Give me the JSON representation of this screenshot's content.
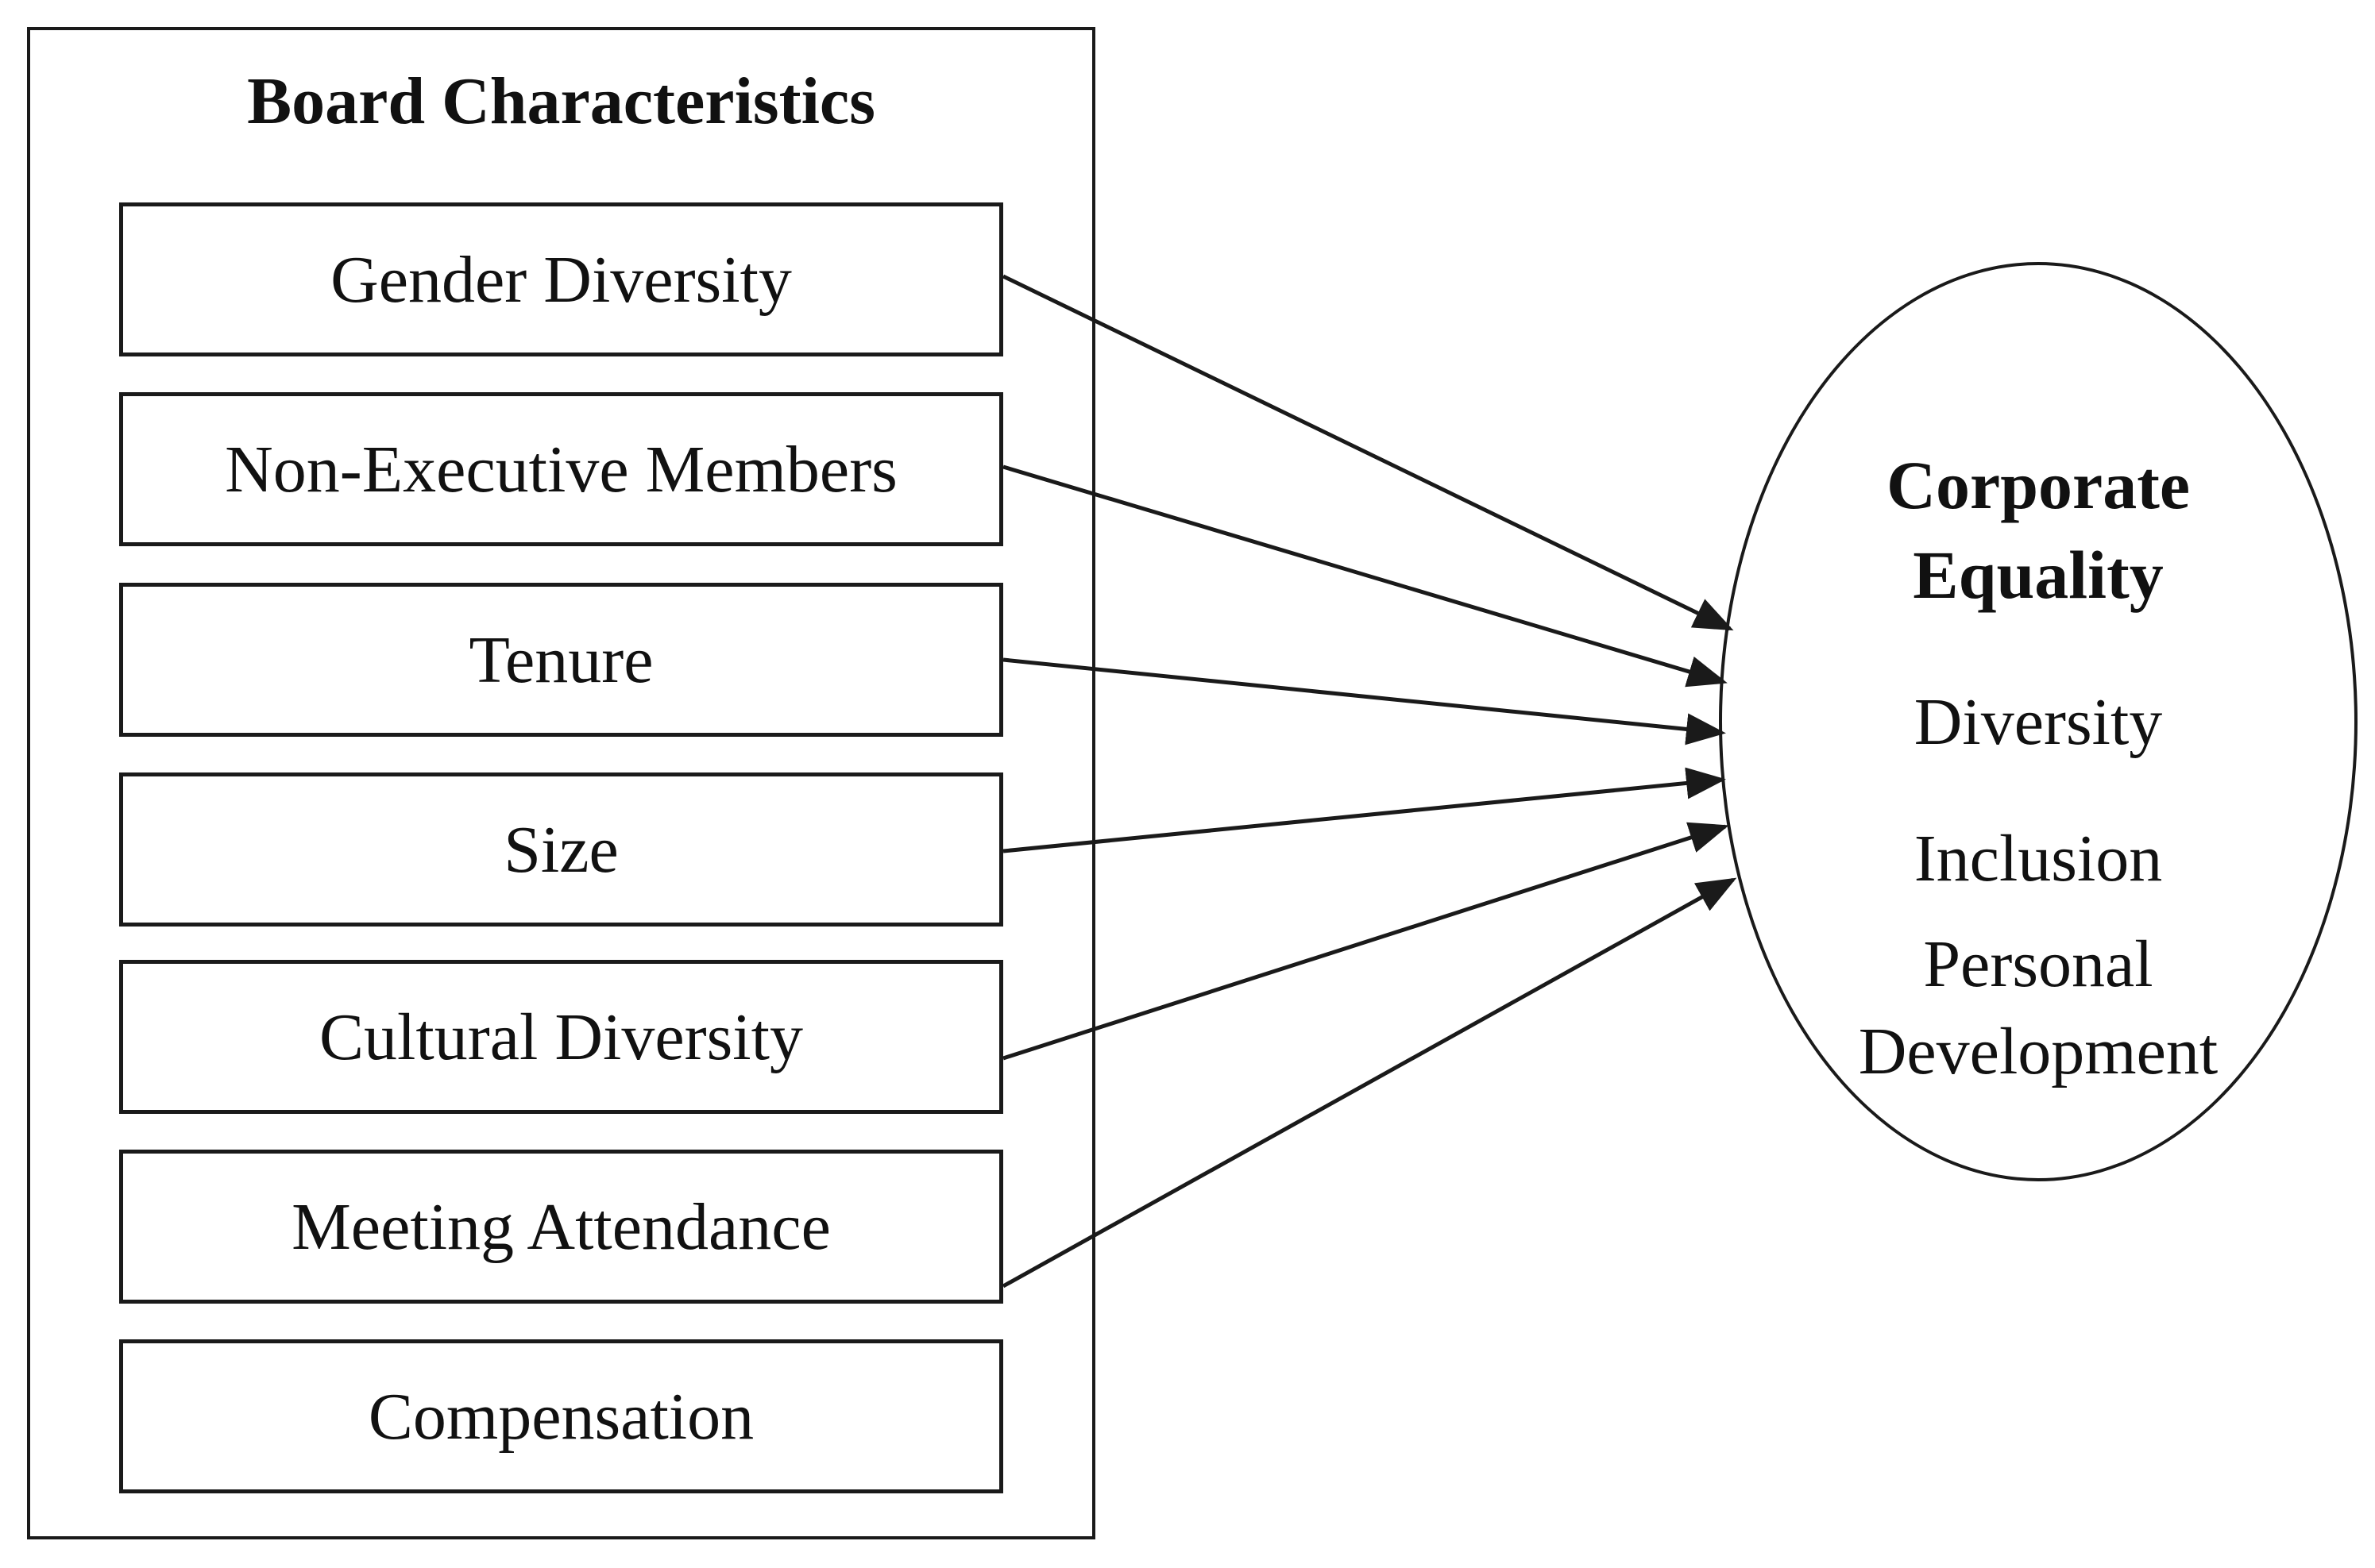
{
  "left_group": {
    "title": "Board Characteristics",
    "factors": [
      "Gender Diversity",
      "Non-Executive Members",
      "Tenure",
      "Size",
      "Cultural Diversity",
      "Meeting Attendance",
      "Compensation"
    ]
  },
  "target": {
    "title_line1": "Corporate",
    "title_line2": "Equality",
    "items": [
      "Diversity",
      "Inclusion",
      "Personal",
      "Development"
    ]
  },
  "edges": [
    {
      "from": "Gender Diversity",
      "to": "Corporate Equality"
    },
    {
      "from": "Non-Executive Members",
      "to": "Corporate Equality"
    },
    {
      "from": "Tenure",
      "to": "Corporate Equality"
    },
    {
      "from": "Size",
      "to": "Corporate Equality"
    },
    {
      "from": "Cultural Diversity",
      "to": "Corporate Equality"
    },
    {
      "from": "Meeting Attendance",
      "to": "Corporate Equality"
    }
  ],
  "colors": {
    "line": "#1a1a1a",
    "background": "#ffffff"
  }
}
